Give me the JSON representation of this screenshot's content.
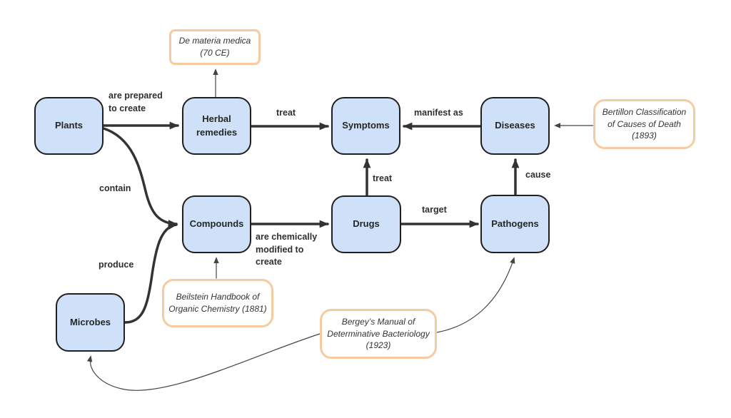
{
  "diagram": {
    "title": "",
    "colors": {
      "background": "#ffffff",
      "node_fill": "#cfe1f8",
      "node_border": "#1f1f1f",
      "edge": "#333333",
      "thin_edge": "#444444",
      "annotation_border": "#f6cba2",
      "annotation_fill": "#ffffff",
      "text": "#2f2f2f"
    },
    "nodes": [
      {
        "id": "plants",
        "label": "Plants"
      },
      {
        "id": "herbal-remedies",
        "label": "Herbal remedies"
      },
      {
        "id": "symptoms",
        "label": "Symptoms"
      },
      {
        "id": "diseases",
        "label": "Diseases"
      },
      {
        "id": "compounds",
        "label": "Compounds"
      },
      {
        "id": "drugs",
        "label": "Drugs"
      },
      {
        "id": "pathogens",
        "label": "Pathogens"
      },
      {
        "id": "microbes",
        "label": "Microbes"
      }
    ],
    "edge_labels": [
      {
        "id": "are-prepared-to-create",
        "text": "are prepared\nto create"
      },
      {
        "id": "treat-herbal",
        "text": "treat"
      },
      {
        "id": "manifest-as",
        "text": "manifest as"
      },
      {
        "id": "contain",
        "text": "contain"
      },
      {
        "id": "produce",
        "text": "produce"
      },
      {
        "id": "chemically-modified",
        "text": "are chemically\nmodified to\ncreate"
      },
      {
        "id": "target",
        "text": "target"
      },
      {
        "id": "treat-drugs",
        "text": "treat"
      },
      {
        "id": "cause",
        "text": "cause"
      }
    ],
    "edges": [
      {
        "from": "plants",
        "to": "herbal-remedies",
        "label": "are prepared to create",
        "style": "thick"
      },
      {
        "from": "herbal-remedies",
        "to": "symptoms",
        "label": "treat",
        "style": "thick"
      },
      {
        "from": "diseases",
        "to": "symptoms",
        "label": "manifest as",
        "style": "thick"
      },
      {
        "from": "plants",
        "to": "compounds",
        "label": "contain",
        "style": "thick"
      },
      {
        "from": "microbes",
        "to": "compounds",
        "label": "produce",
        "style": "thick"
      },
      {
        "from": "compounds",
        "to": "drugs",
        "label": "are chemically modified to create",
        "style": "thick"
      },
      {
        "from": "drugs",
        "to": "pathogens",
        "label": "target",
        "style": "thick"
      },
      {
        "from": "drugs",
        "to": "symptoms",
        "label": "treat",
        "style": "thick"
      },
      {
        "from": "pathogens",
        "to": "diseases",
        "label": "cause",
        "style": "thick"
      },
      {
        "from": "herbal-remedies",
        "to": "de-materia-medica",
        "label": "",
        "style": "thin"
      },
      {
        "from": "bertillon-classification",
        "to": "diseases",
        "label": "",
        "style": "thin"
      },
      {
        "from": "beilstein-handbook",
        "to": "compounds",
        "label": "",
        "style": "thin"
      },
      {
        "from": "bergeys-manual",
        "to": "pathogens",
        "label": "",
        "style": "thin"
      },
      {
        "from": "bergeys-manual",
        "to": "microbes",
        "label": "",
        "style": "thin"
      }
    ],
    "annotations": [
      {
        "id": "de-materia-medica",
        "text": "De materia medica\n(70 CE)"
      },
      {
        "id": "bertillon-classification",
        "text": "Bertillon Classification\nof Causes of Death\n(1893)"
      },
      {
        "id": "beilstein-handbook",
        "text": "Beilstein Handbook of\nOrganic Chemistry (1881)"
      },
      {
        "id": "bergeys-manual",
        "text": "Bergey’s Manual of\nDeterminative Bacteriology\n(1923)"
      }
    ]
  }
}
